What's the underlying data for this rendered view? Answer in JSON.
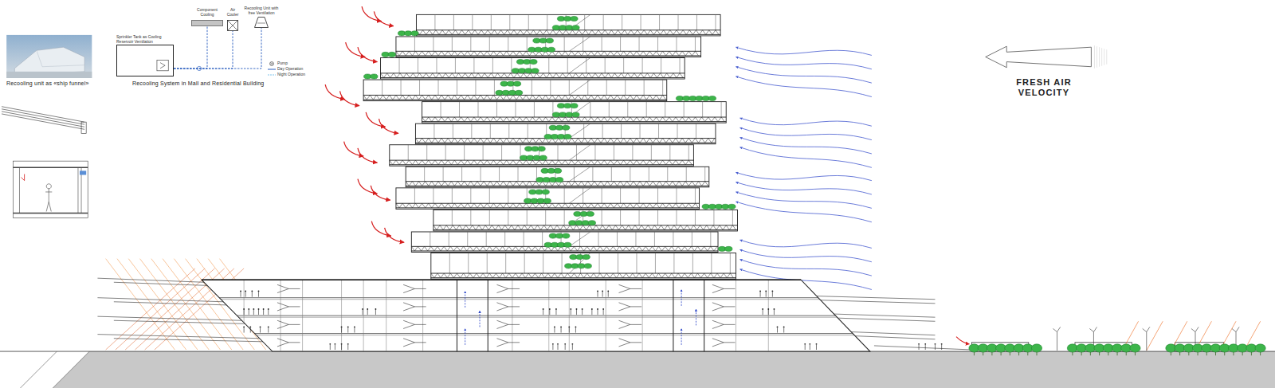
{
  "diagram": {
    "nodes": [
      {
        "text": [
          "Sprinkler Tank as Cooling Reservoir Ventilation"
        ]
      },
      {
        "text": [
          "Component Cooling"
        ]
      },
      {
        "text": [
          "Air Cooler"
        ]
      },
      {
        "text": [
          "Recooling Unit with free Ventilation"
        ]
      }
    ],
    "edges": [
      {
        "from": 0,
        "to": 1,
        "arrow": "none"
      },
      {
        "from": 0,
        "to": 2,
        "arrow": "none"
      },
      {
        "from": 0,
        "to": 3,
        "arrow": "none"
      }
    ],
    "labels": [
      "Recooling unit as «ship funnel»",
      "Recooling System in Mall and Residential Building",
      "FRESH AIR VELOCITY"
    ],
    "legend": [
      {
        "text": "Pump"
      },
      {
        "text": "Day Operation"
      },
      {
        "text": "Night Operation"
      }
    ]
  }
}
